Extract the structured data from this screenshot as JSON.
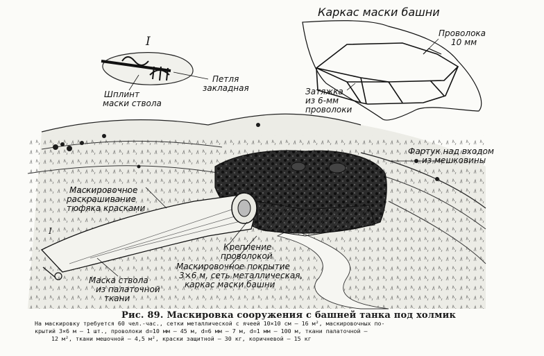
{
  "frame_title": "Каркас маски башни",
  "numeral": "I",
  "numeral_small": "I",
  "labels": {
    "wire": [
      "Проволока",
      "10 мм"
    ],
    "tie": [
      "Затяжка",
      "из 6-мм",
      "проволоки"
    ],
    "cotter": [
      "Шплинт",
      "маски ствола"
    ],
    "loop": [
      "Петля",
      "закладная"
    ],
    "apron": [
      "Фартук над входом",
      "из мешковины"
    ],
    "paint": [
      "Маскировочное",
      "раскрашивание",
      "тюфяка красками"
    ],
    "fastening": [
      "Крепление",
      "проволокой"
    ],
    "cover": [
      "Маскировочное покрытие",
      "3×6 м, сеть металлическая,",
      "каркас маски башни"
    ],
    "barrel_mask": [
      "Маска ствола",
      "из палаточной",
      "ткани"
    ]
  },
  "caption": "Рис. 89. Маскировка сооружения с башней танка под холмик",
  "materials": [
    "На маскировку требуется 60 чел.-час., сетки металлической с ячеей 10×10 см — 16 м², маскировочных по-",
    "крытий 3×6 м — 1 шт., проволоки d=10 мм — 45 м, d=6 мм — 7 м, d=1 мм — 100 м, ткани палаточной —",
    "12 м², ткани мешочной — 4,5 м², краски защитной — 30 кг, коричневой — 15 кг"
  ]
}
